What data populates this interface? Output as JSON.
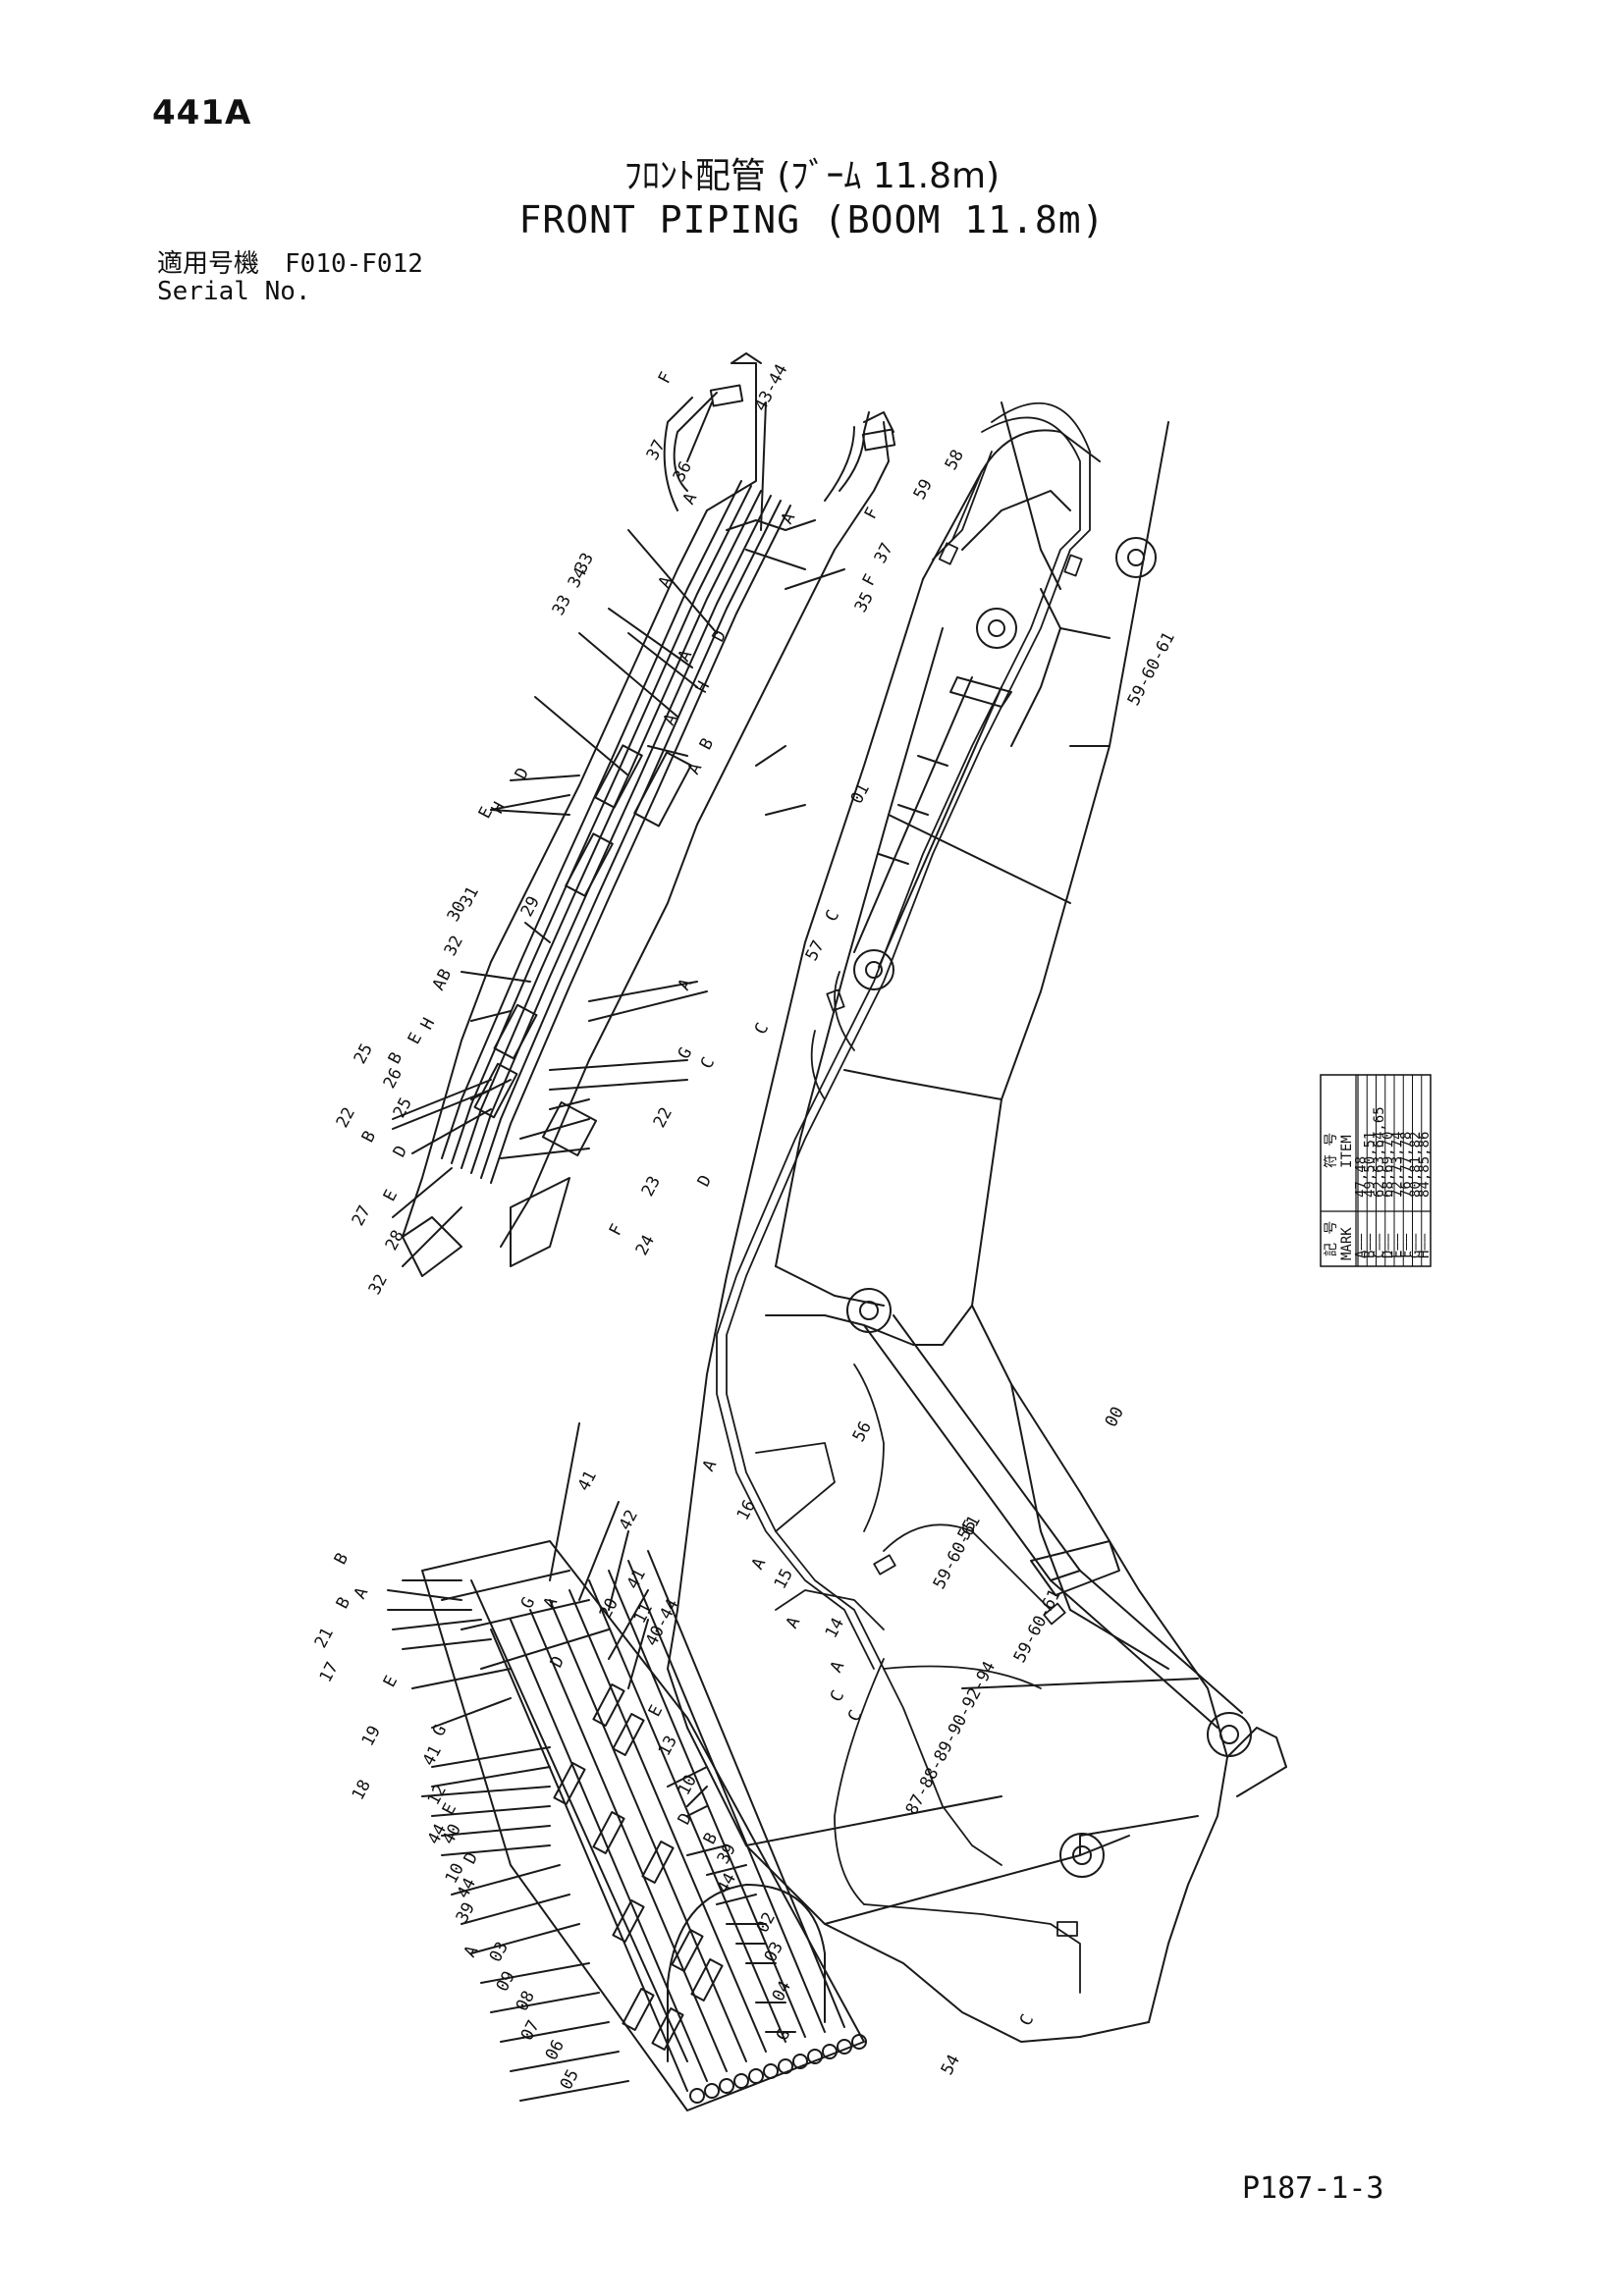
{
  "page_number": "441A",
  "title_jp": "ﾌﾛﾝﾄ配管 (ﾌﾞｰﾑ 11.8m)",
  "title_en": "FRONT PIPING (BOOM 11.8m)",
  "serial": {
    "label_jp": "適用号機",
    "label_en": "Serial No.",
    "value": "F010-F012"
  },
  "doc_ref": "P187-1-3",
  "mark_table": {
    "headers": [
      "記 号\nMARK",
      "符 号\nITEM"
    ],
    "rows": [
      {
        "mark": "A",
        "item": "47,48"
      },
      {
        "mark": "B",
        "item": "49,50,51"
      },
      {
        "mark": "C",
        "item": "62,63,64,65"
      },
      {
        "mark": "D",
        "item": "68,69,70"
      },
      {
        "mark": "E",
        "item": "72,73,74"
      },
      {
        "mark": "F",
        "item": "76,77,78"
      },
      {
        "mark": "G",
        "item": "80,81,82"
      },
      {
        "mark": "H",
        "item": "84,85,86"
      }
    ]
  },
  "callouts_upper_detail": [
    "F",
    "36",
    "37",
    "43-44",
    "A",
    "A",
    "F",
    "F",
    "37",
    "35",
    "34",
    "33",
    "33",
    "A",
    "D",
    "A",
    "A",
    "H",
    "B",
    "D",
    "A",
    "H",
    "E",
    "29",
    "31",
    "32",
    "30",
    "B",
    "A",
    "H",
    "E",
    "B",
    "25",
    "22",
    "26",
    "25",
    "B",
    "D",
    "E",
    "28",
    "27",
    "32",
    "A",
    "G",
    "C",
    "22",
    "D",
    "23",
    "24",
    "F"
  ],
  "callouts_main": [
    "58",
    "59",
    "59-60-61",
    "01",
    "C",
    "57",
    "C",
    "00",
    "56",
    "55",
    "59-60-61",
    "59-60-61",
    "C",
    "87-88-89-90-92-94",
    "54",
    "C",
    "A",
    "16",
    "A",
    "15",
    "A",
    "14",
    "A",
    "C"
  ],
  "callouts_lower_detail": [
    "B",
    "A",
    "B",
    "21",
    "17",
    "E",
    "19",
    "18",
    "G",
    "41",
    "12",
    "E",
    "44",
    "40",
    "10",
    "D",
    "44",
    "39",
    "A",
    "03",
    "09",
    "08",
    "07",
    "06",
    "05",
    "G",
    "A",
    "D",
    "41",
    "42",
    "20",
    "41",
    "11",
    "40-44",
    "E",
    "13",
    "10",
    "D",
    "B",
    "39",
    "44",
    "02",
    "03",
    "04",
    "G"
  ]
}
